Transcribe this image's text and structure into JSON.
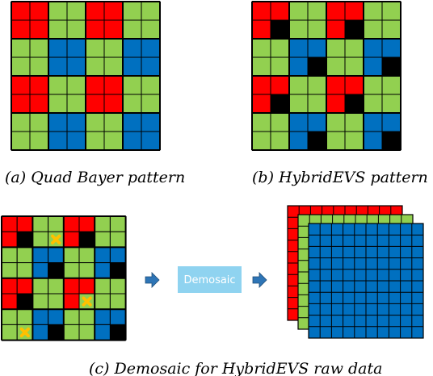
{
  "colors": {
    "red": "#ff0000",
    "green": "#92d050",
    "blue": "#0070c0",
    "black": "#000000",
    "cross": "#ffc000",
    "button": "#8fd3f0",
    "arrow": "#2e75b6"
  },
  "grids": {
    "quad_bayer": [
      "RRGGRRGG",
      "RRGGRRGG",
      "GGBBGGBB",
      "GGBBGGBB",
      "RRGGRRGG",
      "RRGGRRGG",
      "GGBBGGBB",
      "GGBBGGBB"
    ],
    "hybrid_evs": [
      "RRGGRRGG",
      "RKGGRKGG",
      "GGBBGGBB",
      "GGBKGGBK",
      "RRGGRRGG",
      "RKGGRKGG",
      "GGBBGGBB",
      "GGBKGGBK"
    ],
    "demosaic_input": [
      "RRGGRRGG",
      "RKGXRKGG",
      "GGBBGGBB",
      "GGBKGGBK",
      "RRGGRRGG",
      "RKGGRXGG",
      "GGBBGGBB",
      "GXBKGGBK"
    ]
  },
  "captions": {
    "a": "(a) Quad Bayer pattern",
    "b": "(b) HybridEVS pattern",
    "c": "(c) Demosaic for HybridEVS raw data"
  },
  "demosaic_button": {
    "label": "Demosaic"
  },
  "output_planes": [
    "red",
    "green",
    "blue"
  ]
}
